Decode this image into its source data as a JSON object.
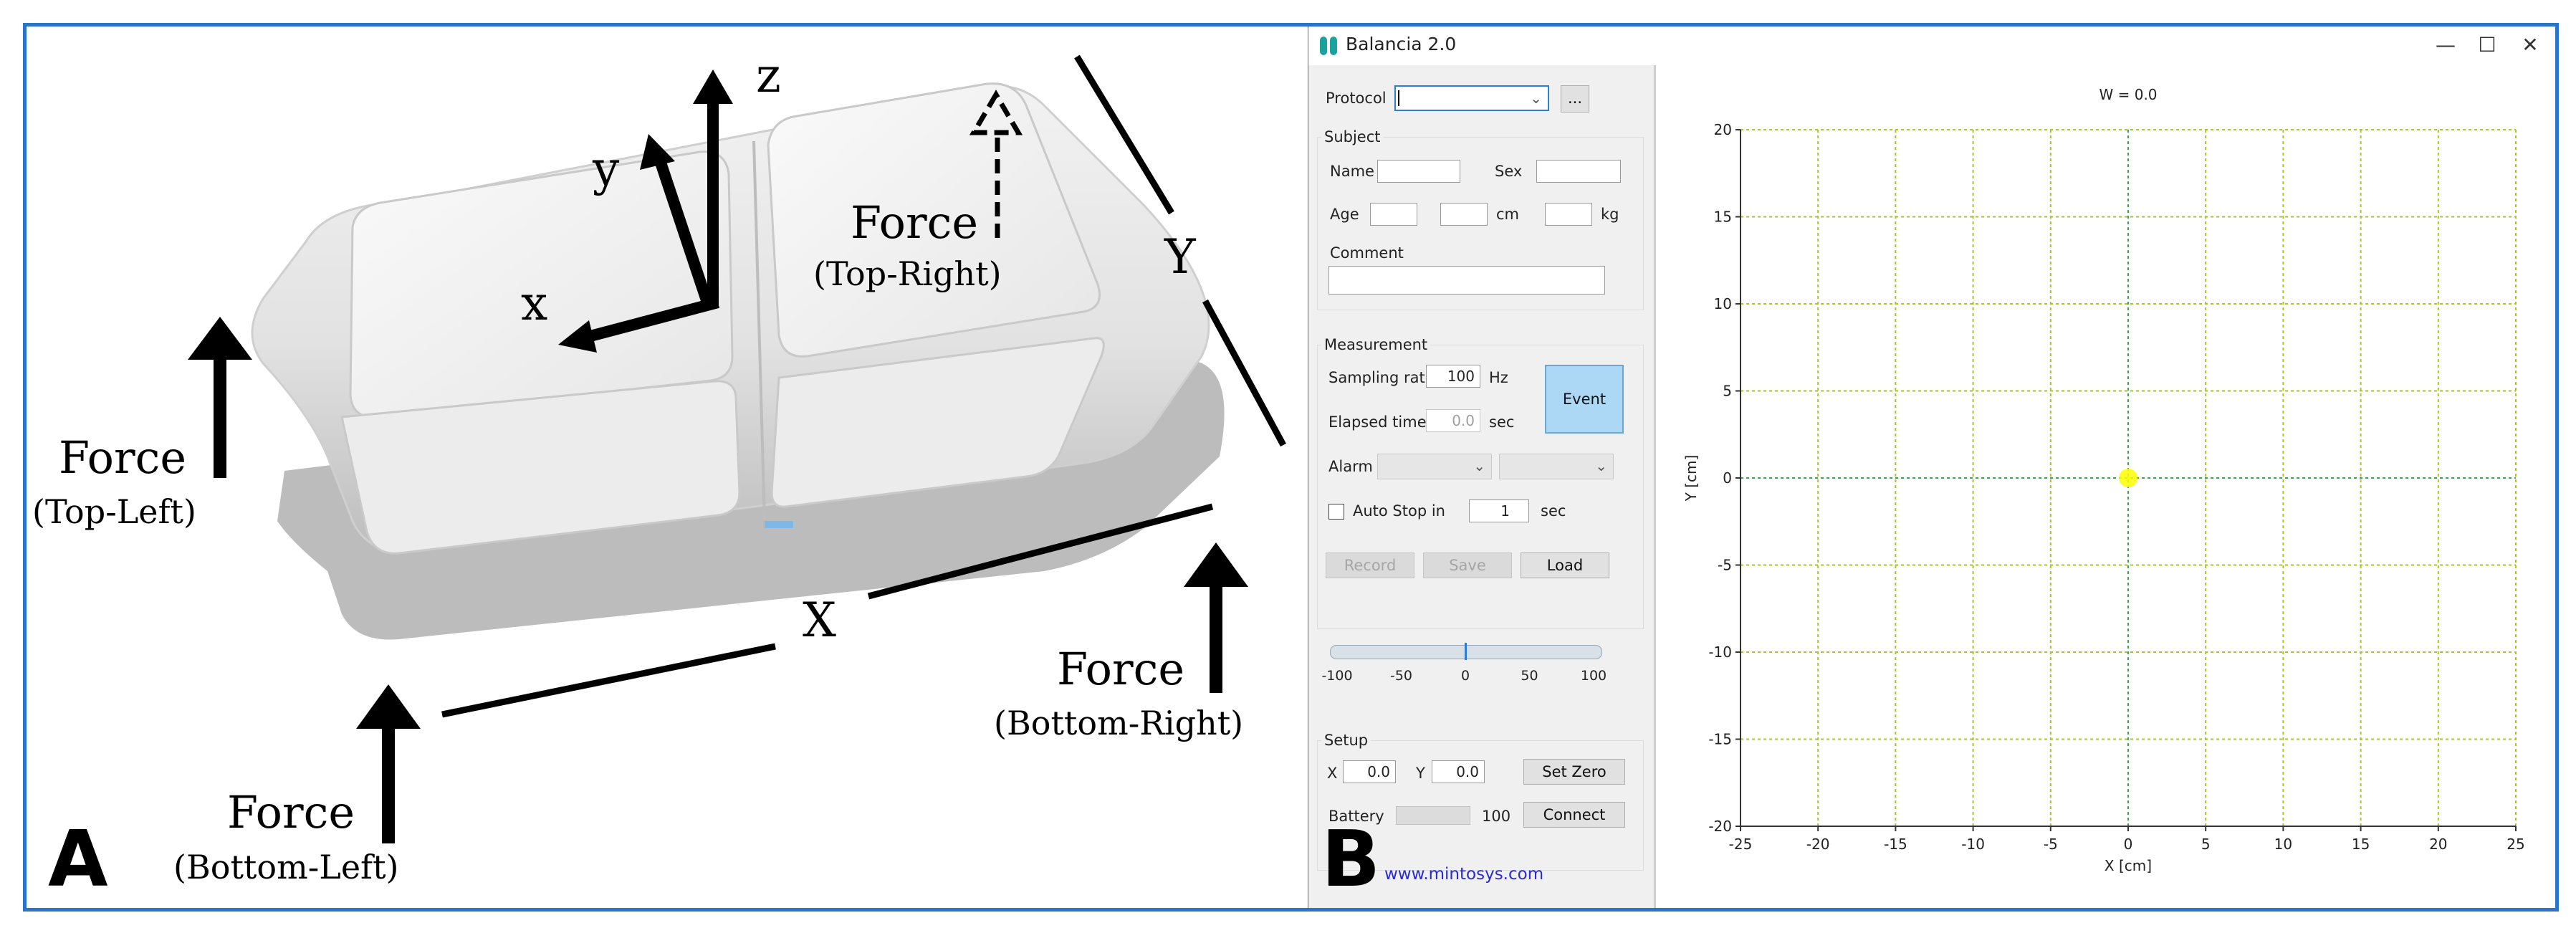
{
  "figure": {
    "panel_a": {
      "letter": "A",
      "axes": {
        "x": "x",
        "y": "y",
        "z": "z"
      },
      "dimensions": {
        "width": "X",
        "depth": "Y"
      },
      "forces": {
        "top_left": {
          "title": "Force",
          "label": "(Top-Left)"
        },
        "top_right": {
          "title": "Force",
          "label": "(Top-Right)"
        },
        "bottom_left": {
          "title": "Force",
          "label": "(Bottom-Left)"
        },
        "bottom_right": {
          "title": "Force",
          "label": "(Bottom-Right)"
        }
      }
    },
    "panel_b": {
      "letter": "B",
      "website": "www.mintosys.com"
    }
  },
  "window": {
    "title": "Balancia 2.0",
    "controls": {
      "minimize": "—",
      "maximize": "☐",
      "close": "✕"
    }
  },
  "protocol": {
    "label": "Protocol",
    "value": "",
    "browse_label": "..."
  },
  "subject": {
    "group_label": "Subject",
    "name_label": "Name",
    "name_value": "",
    "sex_label": "Sex",
    "sex_value": "",
    "age_label": "Age",
    "age_value": "",
    "height_unit": "cm",
    "height_value": "",
    "weight_unit": "kg",
    "weight_value": "",
    "comment_label": "Comment",
    "comment_value": ""
  },
  "measurement": {
    "group_label": "Measurement",
    "sampling_rate_label": "Sampling rate",
    "sampling_rate_value": "100",
    "sampling_rate_unit": "Hz",
    "elapsed_label": "Elapsed time",
    "elapsed_value": "0.0",
    "elapsed_unit": "sec",
    "event_label": "Event",
    "alarm_label": "Alarm",
    "autostop_label": "Auto Stop in",
    "autostop_value": "1",
    "autostop_unit": "sec",
    "autostop_checked": false,
    "record_label": "Record",
    "save_label": "Save",
    "load_label": "Load"
  },
  "slider": {
    "ticks": [
      "-100",
      "-50",
      "0",
      "50",
      "100"
    ],
    "value": 0,
    "min": -100,
    "max": 100
  },
  "setup": {
    "group_label": "Setup",
    "x_label": "X",
    "x_value": "0.0",
    "y_label": "Y",
    "y_value": "0.0",
    "set_zero_label": "Set Zero",
    "battery_label": "Battery",
    "battery_value": "100",
    "connect_label": "Connect"
  },
  "chart_data": {
    "type": "scatter",
    "title": "W = 0.0",
    "xlabel": "X [cm]",
    "ylabel": "Y [cm]",
    "xlim": [
      -25,
      25
    ],
    "ylim": [
      -20,
      20
    ],
    "xticks": [
      "-25",
      "-20",
      "-15",
      "-10",
      "-5",
      "0",
      "5",
      "10",
      "15",
      "20",
      "25"
    ],
    "yticks": [
      "-20",
      "-15",
      "-10",
      "-5",
      "0",
      "5",
      "10",
      "15",
      "20"
    ],
    "grid": true,
    "points": [
      {
        "x": 0,
        "y": 0
      }
    ],
    "point_color": "#ffff00",
    "grid_color": "#a8c62a",
    "zero_line_color": "#3aa54a"
  }
}
